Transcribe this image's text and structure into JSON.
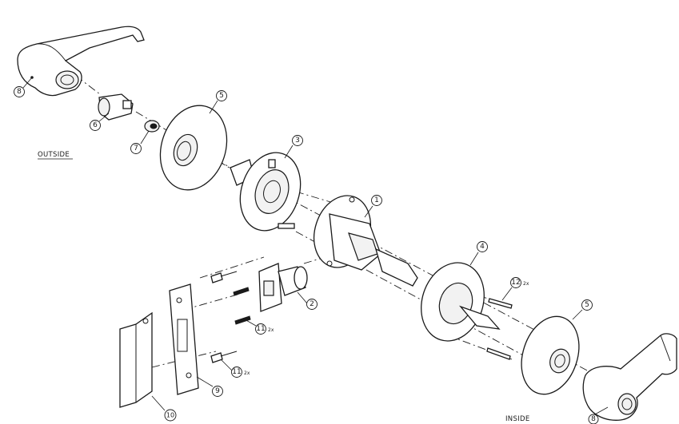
{
  "labels": {
    "outside": "OUTSIDE",
    "inside": "INSIDE"
  },
  "callouts": {
    "c1": "1",
    "c2": "2",
    "c3": "3",
    "c4": "4",
    "c5_top": "5",
    "c5_bottom": "5",
    "c6": "6",
    "c7": "7",
    "c8_top": "8",
    "c8_bottom": "8",
    "c9": "9",
    "c10": "10",
    "c11_a": "11",
    "c11_b": "11",
    "c12": "12"
  },
  "quantities": {
    "q11_a": "2x",
    "q11_b": "2x",
    "q12": "2x"
  }
}
